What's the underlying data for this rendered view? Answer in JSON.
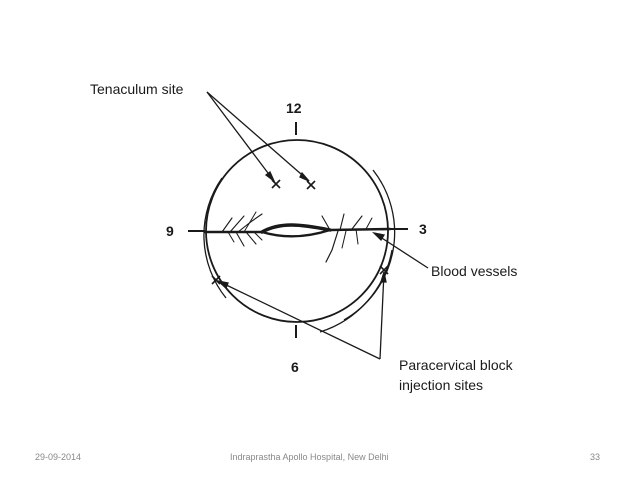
{
  "diagram": {
    "labels": {
      "tenaculum": "Tenaculum site",
      "clock_12": "12",
      "clock_9": "9",
      "clock_3": "3",
      "clock_6": "6",
      "blood_vessels": "Blood vessels",
      "paracervical_line1": "Paracervical block",
      "paracervical_line2": "injection sites"
    },
    "colors": {
      "ink": "#1a1a1a"
    }
  },
  "footer": {
    "date": "29-09-2014",
    "institution": "Indraprastha Apollo Hospital, New Delhi",
    "page_number": "33"
  }
}
